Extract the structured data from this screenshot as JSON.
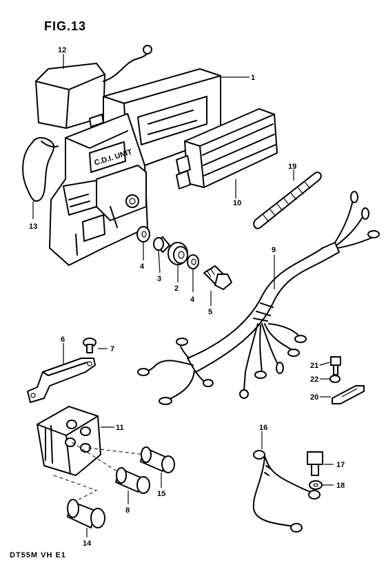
{
  "figure": {
    "title": "FIG.13",
    "footer": "DT55M  VH  E1"
  },
  "callouts": [
    "1",
    "2",
    "3",
    "4",
    "4",
    "5",
    "6",
    "7",
    "8",
    "9",
    "10",
    "11",
    "12",
    "13",
    "14",
    "15",
    "16",
    "17",
    "18",
    "19",
    "20",
    "21",
    "22"
  ],
  "parts_unit_label": "C.D.I. UNIT"
}
